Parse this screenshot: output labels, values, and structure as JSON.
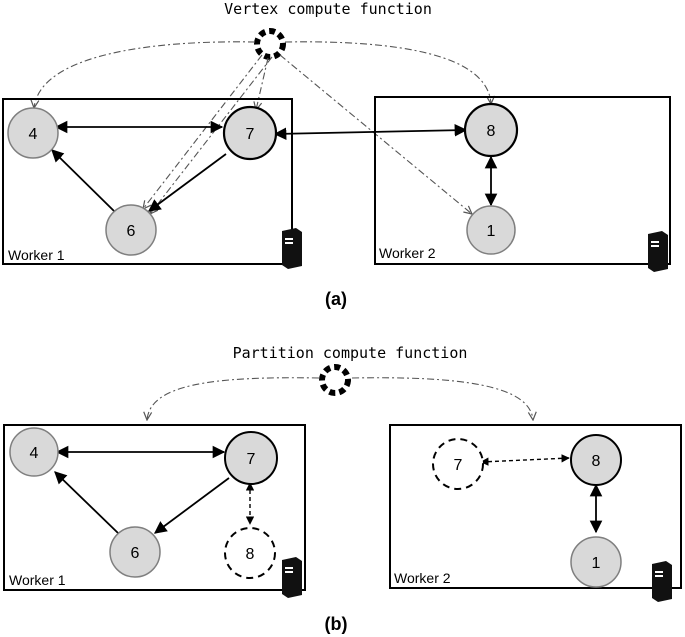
{
  "panel_a": {
    "title": "Vertex compute function",
    "caption": "(a)",
    "worker1_label": "Worker 1",
    "worker2_label": "Worker 2",
    "nodes": {
      "n4": "4",
      "n7": "7",
      "n6": "6",
      "n8": "8",
      "n1": "1"
    }
  },
  "panel_b": {
    "title": "Partition compute function",
    "caption": "(b)",
    "worker1_label": "Worker 1",
    "worker2_label": "Worker 2",
    "nodes": {
      "n4": "4",
      "n7": "7",
      "n6": "6",
      "n8_ghost": "8",
      "n7_ghost": "7",
      "n8": "8",
      "n1": "1"
    }
  },
  "colors": {
    "node_fill": "#d9d9d9",
    "stroke": "#000000",
    "background": "#ffffff"
  },
  "icons": [
    "gear-icon",
    "server-icon"
  ]
}
